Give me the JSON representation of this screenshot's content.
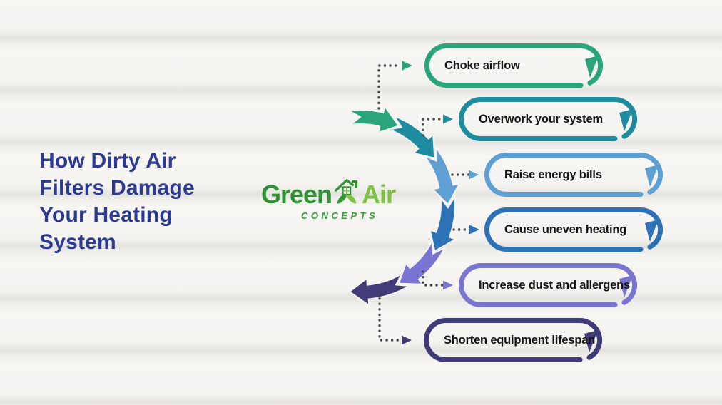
{
  "title": {
    "text": "How Dirty Air\nFilters Damage\nYour Heating\nSystem",
    "color": "#2c3a92"
  },
  "logo": {
    "word1": "Green",
    "word2": "Air",
    "subtitle": "CONCEPTS",
    "word1_color": "#2e9433",
    "word2_color": "#7cc140",
    "subtitle_color": "#3aa03d",
    "icon": "house-leaf-icon"
  },
  "items": [
    {
      "label": "Choke airflow",
      "color": "#2aa47c"
    },
    {
      "label": "Overwork your system",
      "color": "#1d8ba0"
    },
    {
      "label": "Raise energy bills",
      "color": "#5e9fd4"
    },
    {
      "label": "Cause uneven heating",
      "color": "#2d72b7"
    },
    {
      "label": "Increase dust and allergens",
      "color": "#7a74d2"
    },
    {
      "label": "Shorten equipment lifespan",
      "color": "#3f3c77"
    }
  ],
  "styles": {
    "pill_text_color": "#141414",
    "dot_color": "#4a4a4a",
    "background_base": "#f5f4f1",
    "background_band": "#e4e3de"
  }
}
